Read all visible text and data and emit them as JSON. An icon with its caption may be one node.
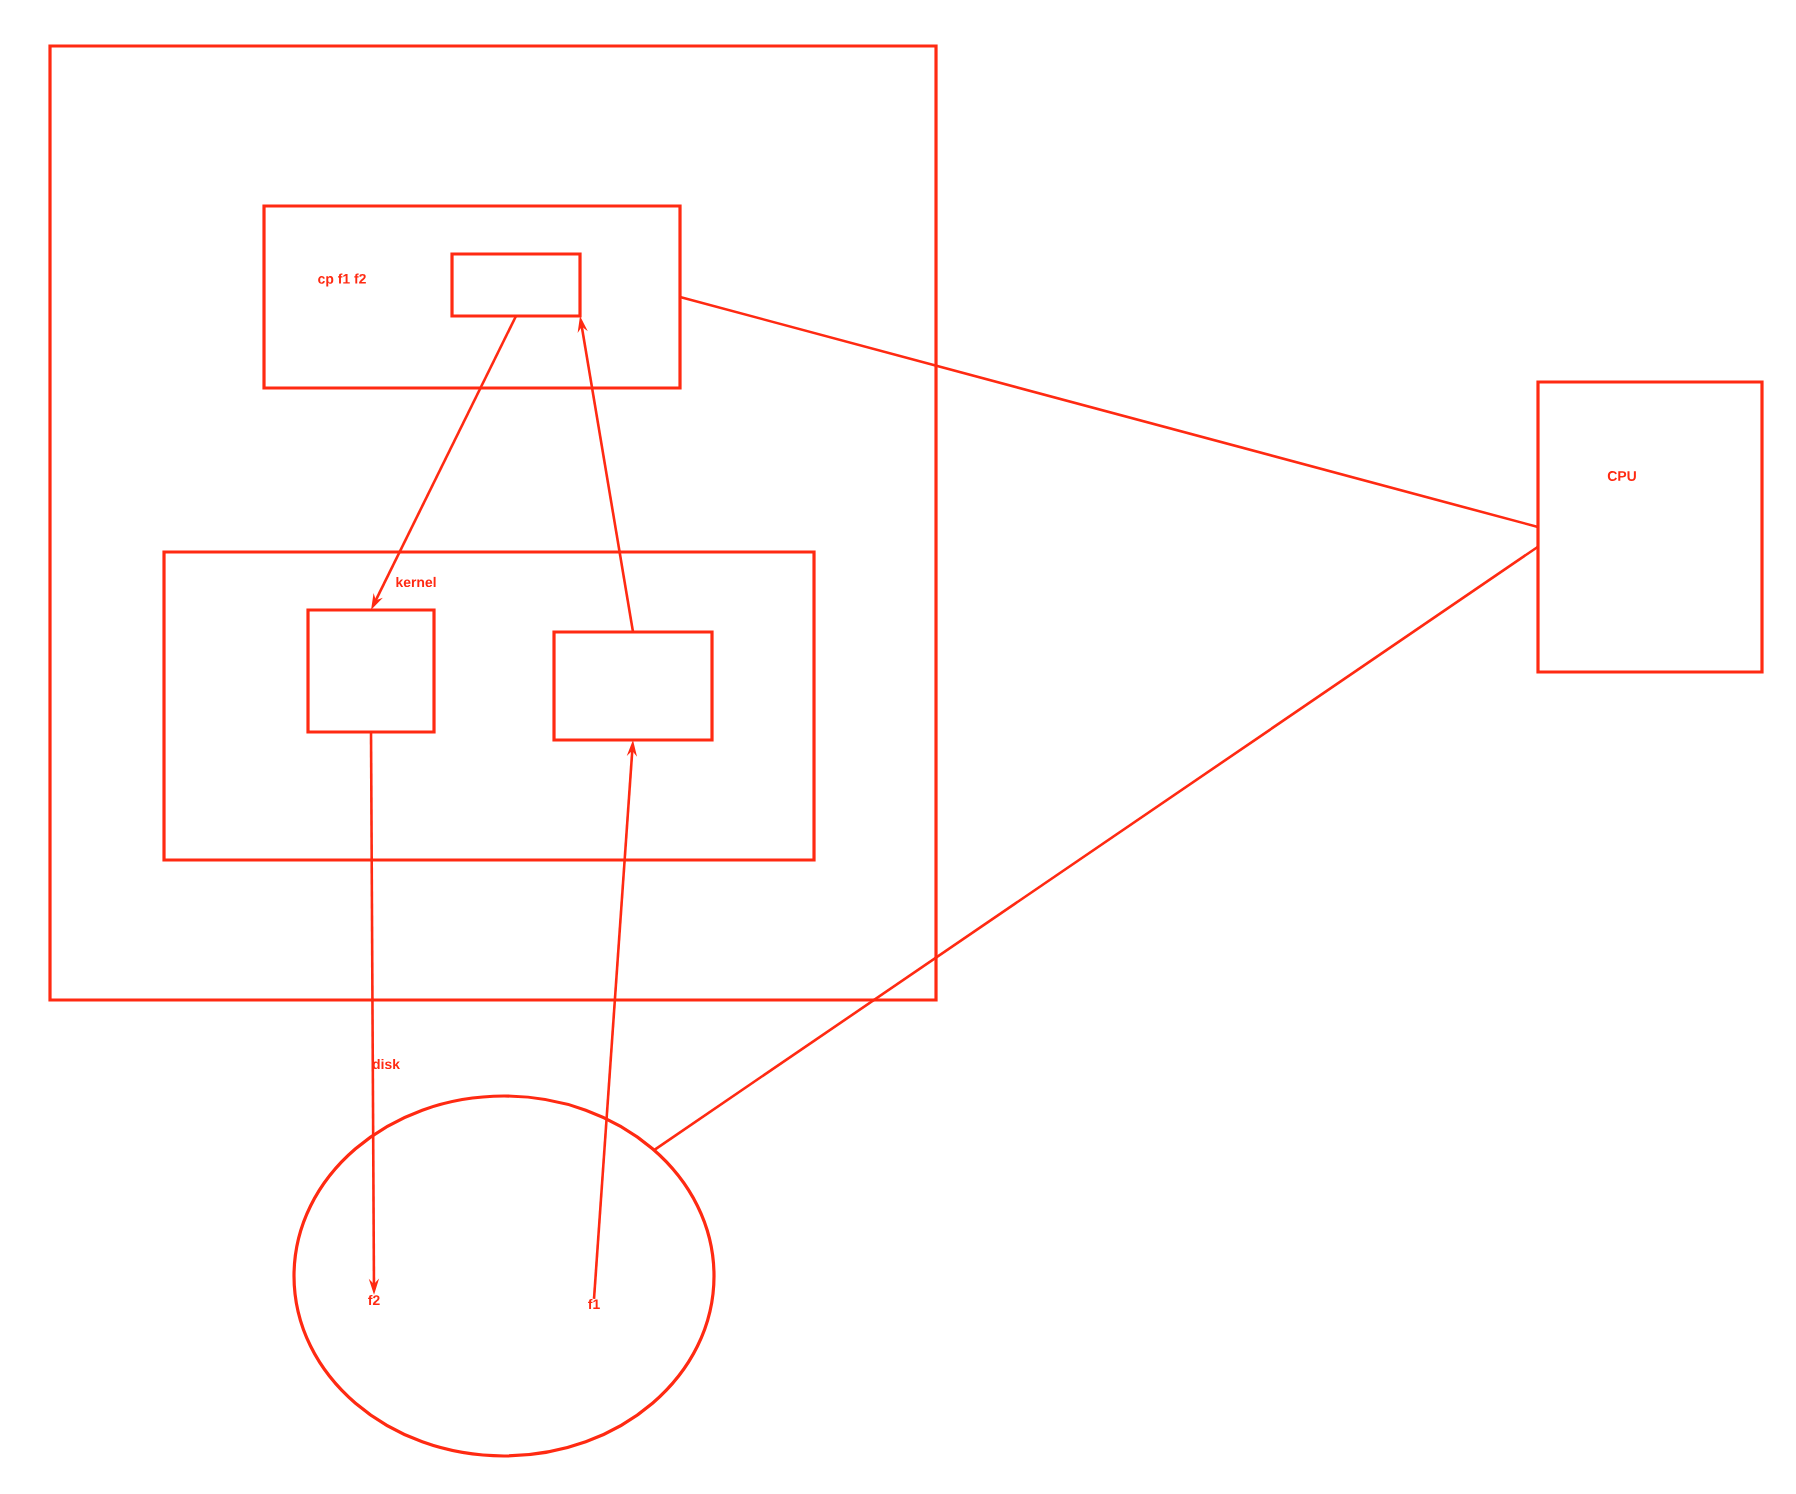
{
  "diagram": {
    "nodes": [
      {
        "text": [],
        "shape": "box"
      },
      {
        "text": [
          "cp f1  f2"
        ],
        "in": 0
      },
      {
        "text": [],
        "shape": "box",
        "in": 1
      },
      {
        "text": [
          "kernel"
        ],
        "in": 0
      },
      {
        "text": [],
        "shape": "box",
        "in": 3
      },
      {
        "text": [],
        "shape": "box",
        "in": 3
      },
      {
        "text": [
          "disk"
        ]
      },
      {
        "text": [
          "f2"
        ],
        "in": 6
      },
      {
        "text": [
          "f1"
        ],
        "in": 6
      },
      {
        "text": [
          "CPU"
        ]
      }
    ],
    "edges": [
      {
        "from": 2,
        "to": 4,
        "arrow": "to"
      },
      {
        "from": 5,
        "to": 2,
        "arrow": "to"
      },
      {
        "from": 4,
        "to": 7,
        "arrow": "to"
      },
      {
        "from": 8,
        "to": 5,
        "arrow": "to"
      },
      {
        "from": 1,
        "to": 9,
        "arrow": "none"
      },
      {
        "from": 9,
        "to": 6,
        "arrow": "none"
      }
    ]
  }
}
